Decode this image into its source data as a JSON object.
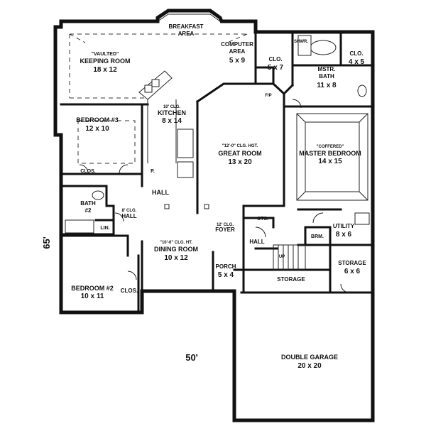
{
  "dimensions": {
    "width": "50'",
    "depth": "65'"
  },
  "rooms": {
    "breakfast": {
      "line1": "BREAKFAST",
      "line2": "AREA"
    },
    "computer": {
      "line1": "COMPUTER",
      "line2": "AREA",
      "size": "5 x 9"
    },
    "keeping": {
      "note": "\"VAULTED\"",
      "name": "KEEPING ROOM",
      "size": "18 x 12"
    },
    "clo_a": {
      "name": "CLO.",
      "size": "5 x 7"
    },
    "shwr": {
      "name": "SHWR."
    },
    "clo_b": {
      "name": "CLO.",
      "size": "4 x 5"
    },
    "mstr_bath": {
      "line1": "MSTR.",
      "line2": "BATH",
      "size": "11 x 8"
    },
    "fp": {
      "name": "F/P"
    },
    "kitchen": {
      "note": "10' CLG.",
      "name": "KITCHEN",
      "size": "8 x 14"
    },
    "bedroom3": {
      "name": "BEDROOM #3",
      "size": "12 x 10"
    },
    "great": {
      "note": "\"12'-0\" CLG. HGT.",
      "name": "GREAT ROOM",
      "size": "13 x 20"
    },
    "master": {
      "note": "\"COFFERED\"",
      "name": "MASTER BEDROOM",
      "size": "14 x 15"
    },
    "clos3": {
      "name": "CLOS."
    },
    "pantry": {
      "name": "P."
    },
    "hall1": {
      "name": "HALL"
    },
    "bath2": {
      "line1": "BATH",
      "line2": "#2"
    },
    "hall2": {
      "note": "8' CLG.",
      "name": "HALL"
    },
    "lin": {
      "name": "LIN."
    },
    "cts": {
      "name": "CTS."
    },
    "utility": {
      "name": "UTILITY",
      "size": "8 x 6"
    },
    "foyer": {
      "note": "12' CLG.",
      "name": "FOYER"
    },
    "hall3": {
      "name": "HALL"
    },
    "brm": {
      "name": "BRM."
    },
    "up": {
      "name": "UP"
    },
    "dining": {
      "note": "\"10'-0\" CLG. HT.",
      "name": "DINING ROOM",
      "size": "10 x 12"
    },
    "porch": {
      "name": "PORCH",
      "size": "5 x 4"
    },
    "storage1": {
      "name": "STORAGE"
    },
    "storage2": {
      "name": "STORAGE",
      "size": "6 x 6"
    },
    "bedroom2": {
      "name": "BEDROOM #2",
      "size": "10 x 11"
    },
    "clos2": {
      "name": "CLOS."
    },
    "garage": {
      "name": "DOUBLE GARAGE",
      "size": "20 x 20"
    }
  }
}
